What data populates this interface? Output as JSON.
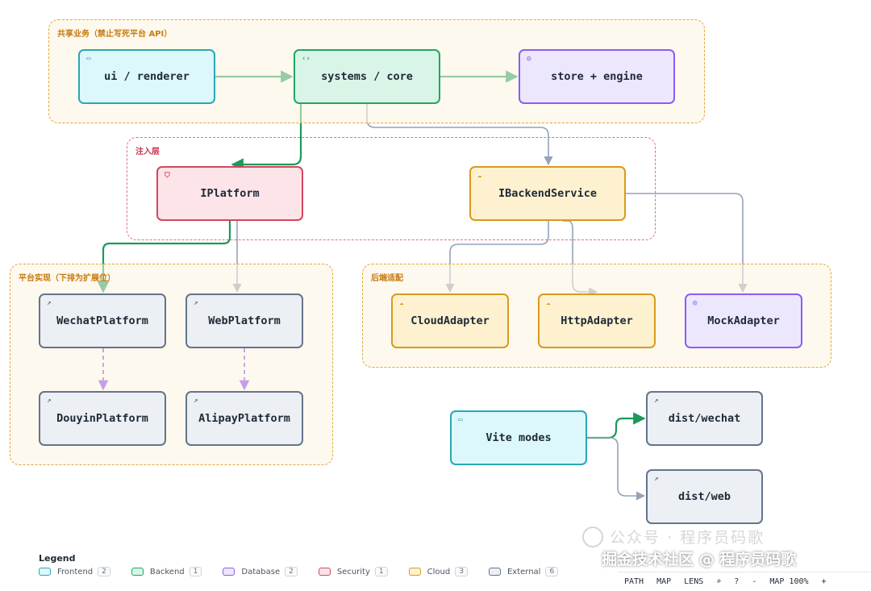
{
  "groups": {
    "shared": "共享业务（禁止写死平台 API）",
    "inject": "注入层",
    "platform_impl": "平台实现（下排为扩展位）",
    "backend_adapt": "后端适配"
  },
  "nodes": {
    "ui_renderer": {
      "label": "ui / renderer",
      "icon": "window-icon",
      "glyph": "▭"
    },
    "systems_core": {
      "label": "systems / core",
      "icon": "code-icon",
      "glyph": "‹›"
    },
    "store_engine": {
      "label": "store + engine",
      "icon": "database-icon",
      "glyph": "◎"
    },
    "iplatform": {
      "label": "IPlatform",
      "icon": "shield-icon",
      "glyph": "⛉"
    },
    "ibackend": {
      "label": "IBackendService",
      "icon": "cloud-icon",
      "glyph": "☁"
    },
    "wechat": {
      "label": "WechatPlatform",
      "icon": "external-link-icon",
      "glyph": "↗"
    },
    "web": {
      "label": "WebPlatform",
      "icon": "external-link-icon",
      "glyph": "↗"
    },
    "douyin": {
      "label": "DouyinPlatform",
      "icon": "external-link-icon",
      "glyph": "↗"
    },
    "alipay": {
      "label": "AlipayPlatform",
      "icon": "external-link-icon",
      "glyph": "↗"
    },
    "cloud_adapter": {
      "label": "CloudAdapter",
      "icon": "cloud-icon",
      "glyph": "☁"
    },
    "http_adapter": {
      "label": "HttpAdapter",
      "icon": "cloud-icon",
      "glyph": "☁"
    },
    "mock_adapter": {
      "label": "MockAdapter",
      "icon": "database-icon",
      "glyph": "◎"
    },
    "vite_modes": {
      "label": "Vite modes",
      "icon": "window-icon",
      "glyph": "▭"
    },
    "dist_wechat": {
      "label": "dist/wechat",
      "icon": "external-link-icon",
      "glyph": "↗"
    },
    "dist_web": {
      "label": "dist/web",
      "icon": "external-link-icon",
      "glyph": "↗"
    }
  },
  "legend": {
    "title": "Legend",
    "items": [
      {
        "label": "Frontend",
        "count": "2"
      },
      {
        "label": "Backend",
        "count": "1"
      },
      {
        "label": "Database",
        "count": "2"
      },
      {
        "label": "Security",
        "count": "1"
      },
      {
        "label": "Cloud",
        "count": "3"
      },
      {
        "label": "External",
        "count": "6"
      }
    ]
  },
  "toolbar": {
    "path": "PATH",
    "map": "MAP",
    "lens": "LENS",
    "search_glyph": "⌕",
    "help": "?",
    "zoom_out": "-",
    "zoom_level": "MAP 100%",
    "zoom_in": "+"
  },
  "watermark": {
    "line1": "公众号 · 程序员码歌",
    "line2": "掘金技术社区 @ 程序员码歌"
  },
  "colors": {
    "arrow_green": "#1a9a5c",
    "arrow_gray": "#94a3b8",
    "arrow_purple": "#7c3aed"
  }
}
